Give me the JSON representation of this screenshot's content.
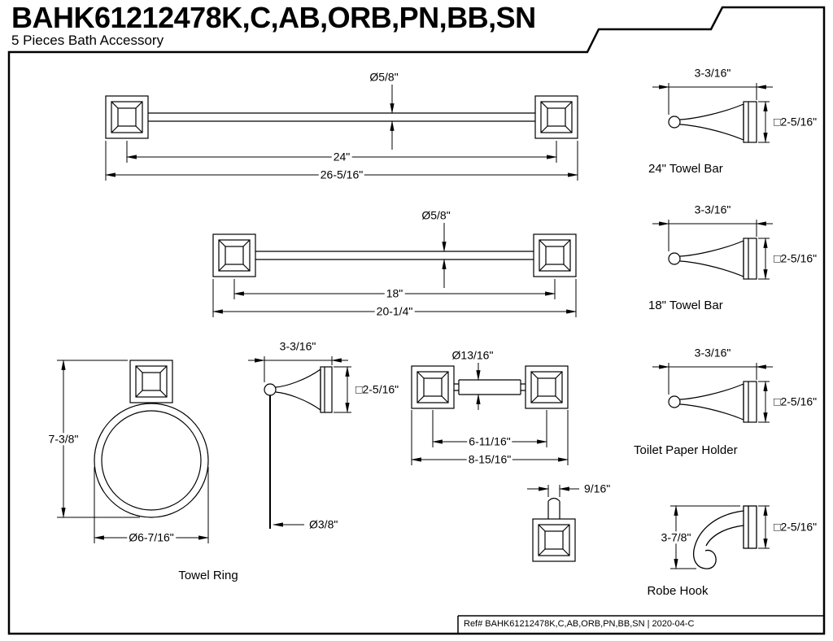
{
  "header": {
    "title": "BAHK61212478K,C,AB,ORB,PN,BB,SN",
    "subtitle": "5 Pieces Bath Accessory"
  },
  "products": {
    "towel_bar_24": {
      "label": "24\" Towel Bar",
      "bar_diameter": "Ø5/8\"",
      "bar_length": "24\"",
      "overall_width": "26-5/16\"",
      "projection": "3-3/16\"",
      "flange": "□2-5/16\""
    },
    "towel_bar_18": {
      "label": "18\" Towel Bar",
      "bar_diameter": "Ø5/8\"",
      "bar_length": "18\"",
      "overall_width": "20-1/4\"",
      "projection": "3-3/16\"",
      "flange": "□2-5/16\""
    },
    "towel_ring": {
      "label": "Towel Ring",
      "overall_height": "7-3/8\"",
      "ring_diameter": "Ø6-7/16\"",
      "projection": "3-3/16\"",
      "flange": "□2-5/16\"",
      "ring_thickness": "Ø3/8\""
    },
    "toilet_paper_holder": {
      "label": "Toilet Paper Holder",
      "roller_diameter": "Ø13/16\"",
      "post_spacing": "6-11/16\"",
      "overall_width": "8-15/16\"",
      "projection": "3-3/16\"",
      "flange": "□2-5/16\""
    },
    "robe_hook": {
      "label": "Robe Hook",
      "hook_width": "9/16\"",
      "overall_height": "3-7/8\"",
      "flange": "□2-5/16\""
    }
  },
  "footer": {
    "ref": "Ref# BAHK61212478K,C,AB,ORB,PN,BB,SN | 2020-04-C"
  }
}
